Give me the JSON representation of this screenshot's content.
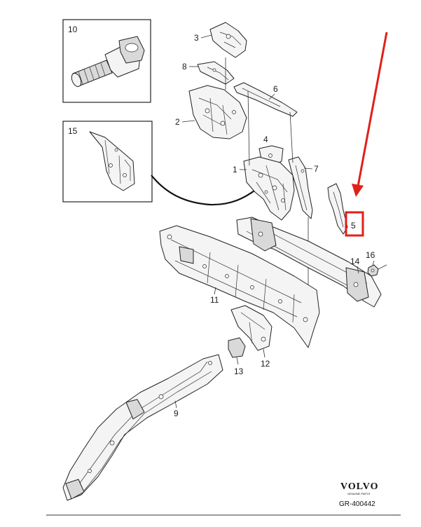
{
  "callouts": {
    "c1": "1",
    "c2": "2",
    "c3": "3",
    "c4": "4",
    "c5": "5",
    "c6": "6",
    "c7": "7",
    "c8": "8",
    "c9": "9",
    "c10": "10",
    "c11": "11",
    "c12": "12",
    "c13": "13",
    "c14": "14",
    "c15": "15",
    "c16": "16"
  },
  "highlight": {
    "callout": "5",
    "color": "#e0201b"
  },
  "arrow_color": "#e0201b",
  "brand": {
    "name": "VOLVO",
    "tagline": "GENUINE PARTS"
  },
  "reference": "GR-400442"
}
